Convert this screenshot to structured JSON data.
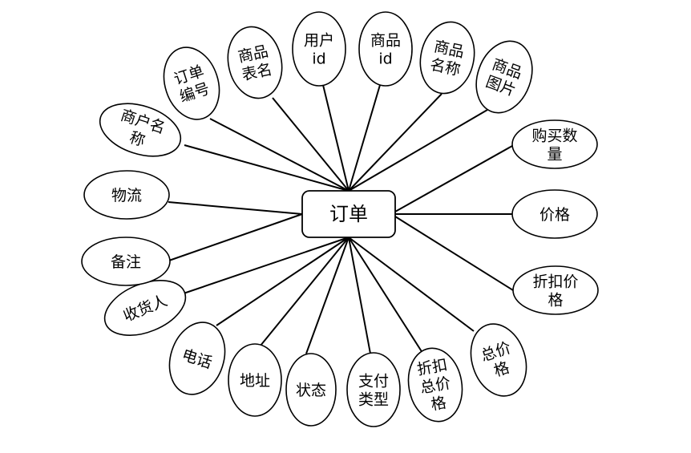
{
  "entity": {
    "name": "订单"
  },
  "attributes": [
    {
      "id": "shop-name",
      "lines": [
        "商户名",
        "称"
      ]
    },
    {
      "id": "order-no",
      "lines": [
        "订单",
        "编号"
      ]
    },
    {
      "id": "product-table-name",
      "lines": [
        "商品",
        "表名"
      ]
    },
    {
      "id": "user-id",
      "lines": [
        "用户",
        "id"
      ]
    },
    {
      "id": "product-id",
      "lines": [
        "商品",
        "id"
      ]
    },
    {
      "id": "product-name",
      "lines": [
        "商品",
        "名称"
      ]
    },
    {
      "id": "product-image",
      "lines": [
        "商品",
        "图片"
      ]
    },
    {
      "id": "buy-quantity",
      "lines": [
        "购买数",
        "量"
      ]
    },
    {
      "id": "price",
      "lines": [
        "价格"
      ]
    },
    {
      "id": "discount-price",
      "lines": [
        "折扣价",
        "格"
      ]
    },
    {
      "id": "total-price",
      "lines": [
        "总价",
        "格"
      ]
    },
    {
      "id": "discount-total-price",
      "lines": [
        "折扣",
        "总价",
        "格"
      ]
    },
    {
      "id": "payment-type",
      "lines": [
        "支付",
        "类型"
      ]
    },
    {
      "id": "status",
      "lines": [
        "状态"
      ]
    },
    {
      "id": "address",
      "lines": [
        "地址"
      ]
    },
    {
      "id": "phone",
      "lines": [
        "电话"
      ]
    },
    {
      "id": "receiver",
      "lines": [
        "收货人"
      ]
    },
    {
      "id": "remark",
      "lines": [
        "备注"
      ]
    },
    {
      "id": "logistics",
      "lines": [
        "物流"
      ]
    }
  ]
}
